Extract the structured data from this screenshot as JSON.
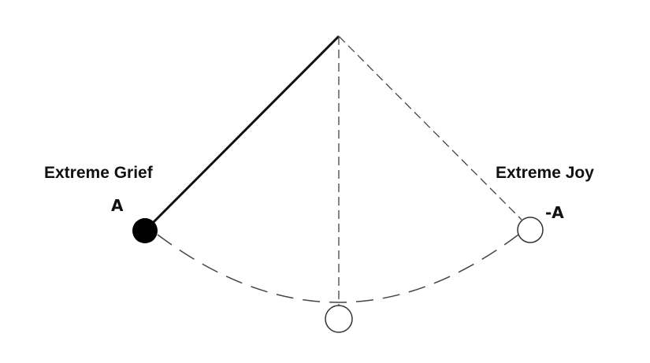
{
  "diagram": {
    "type": "pendulum",
    "labels": {
      "left_title": "Extreme Grief",
      "right_title": "Extreme Joy",
      "left_amplitude": "A",
      "right_amplitude": "-A"
    },
    "colors": {
      "line": "#111111",
      "dashed": "#555555",
      "bob_filled": "#000000",
      "bob_empty": "#ffffff"
    }
  }
}
